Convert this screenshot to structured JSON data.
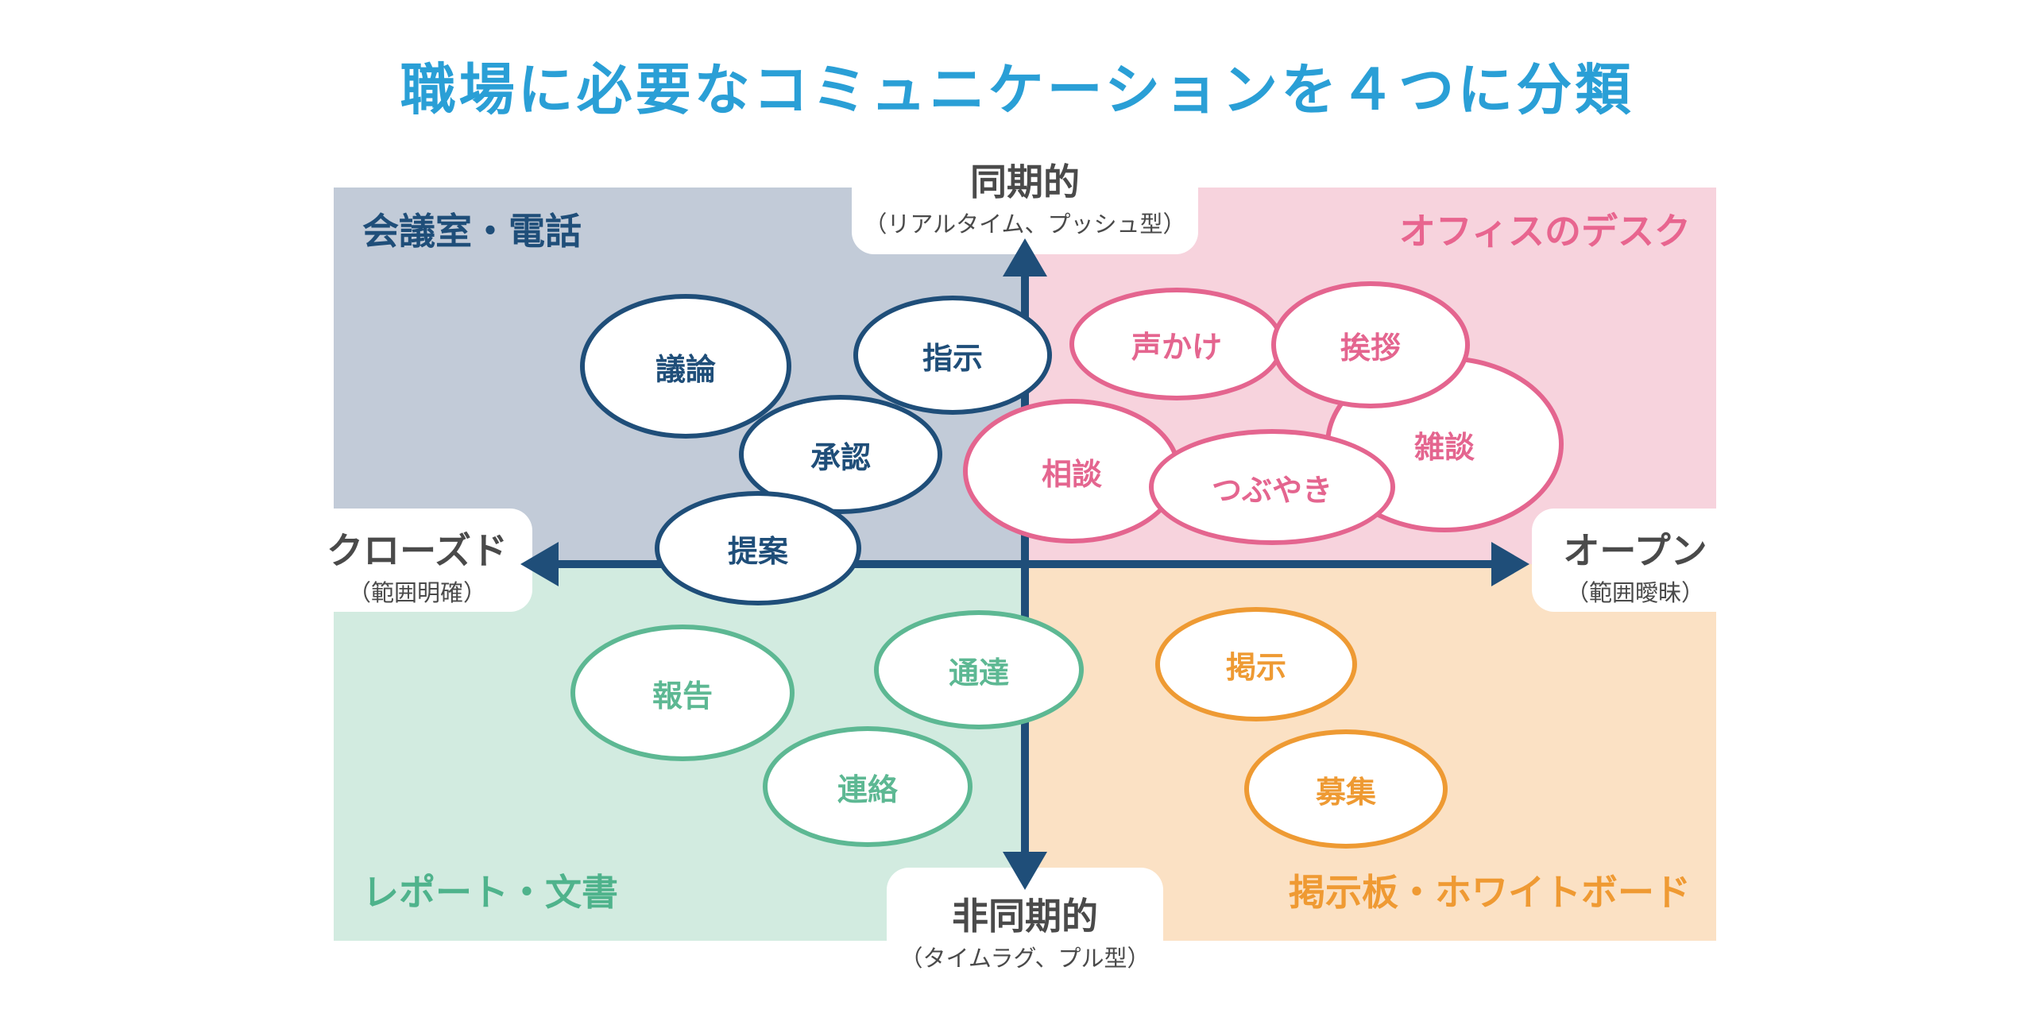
{
  "title": "職場に必要なコミュニケーションを４つに分類",
  "colors": {
    "title": "#2a9fd6",
    "navy": "#1f4e79",
    "pink": "#e4658f",
    "green": "#5db893",
    "orange": "#ee9a33",
    "quadrant_top_left": "#c2cbd8",
    "quadrant_top_right": "#f7d3dd",
    "quadrant_bottom_left": "#d2ebe0",
    "quadrant_bottom_right": "#fbe1c4"
  },
  "axes": {
    "top": {
      "label": "同期的",
      "sub": "（リアルタイム、プッシュ型）"
    },
    "bottom": {
      "label": "非同期的",
      "sub": "（タイムラグ、プル型）"
    },
    "left": {
      "label": "クローズド",
      "sub": "（範囲明確）"
    },
    "right": {
      "label": "オープン",
      "sub": "（範囲曖昧）"
    }
  },
  "quadrants": {
    "top_left": "会議室・電話",
    "top_right": "オフィスのデスク",
    "bottom_left": "レポート・文書",
    "bottom_right": "掲示板・ホワイトボード"
  },
  "items": {
    "meeting_room": [
      "議論",
      "指示",
      "承認",
      "提案"
    ],
    "office_desk": [
      "雑談",
      "声かけ",
      "挨拶",
      "相談",
      "つぶやき"
    ],
    "report": [
      "報告",
      "通達",
      "連絡"
    ],
    "bulletin_board": [
      "掲示",
      "募集"
    ]
  }
}
